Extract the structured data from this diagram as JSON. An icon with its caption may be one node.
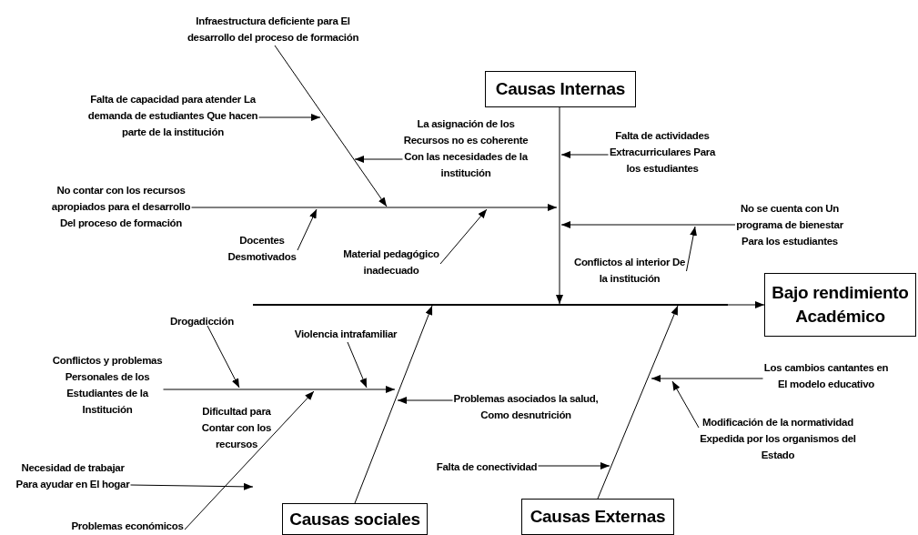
{
  "diagram": {
    "nodes": [
      {
        "text": [
          "Infraestructura deficiente para El desarrollo del proceso de formación"
        ]
      },
      {
        "text": [
          "Causas Internas"
        ]
      },
      {
        "text": [
          "Falta de capacidad para atender La demanda de estudiantes Que hacen parte de la institución"
        ]
      },
      {
        "text": [
          "La asignación de los Recursos no es coherente Con las necesidades de la institución"
        ]
      },
      {
        "text": [
          "Falta de actividades Extracurriculares Para los estudiantes"
        ]
      },
      {
        "text": [
          "No contar con los recursos apropiados para el desarrollo Del proceso de formación"
        ]
      },
      {
        "text": [
          "No se cuenta con Un programa de bienestar Para los estudiantes"
        ]
      },
      {
        "text": [
          "Docentes Desmotivados"
        ]
      },
      {
        "text": [
          "Conflictos al interior De la institución"
        ]
      },
      {
        "text": [
          "Material pedagógico inadecuado"
        ]
      },
      {
        "text": [
          "Bajo rendimiento Académico"
        ]
      },
      {
        "text": [
          "Drogadicción"
        ]
      },
      {
        "text": [
          "Violencia intrafamiliar"
        ]
      },
      {
        "text": [
          "Conflictos y problemas Personales de los Estudiantes de la Institución"
        ]
      },
      {
        "text": [
          "Problemas asociados la salud, Como desnutrición"
        ]
      },
      {
        "text": [
          "Los cambios cantantes en El modelo educativo"
        ]
      },
      {
        "text": [
          "Modificación de la normatividad Expedida por los organismos del Estado"
        ]
      },
      {
        "text": [
          "Necesidad de trabajar Para ayudar en El hogar"
        ]
      },
      {
        "text": [
          "Falta de conectividad"
        ]
      },
      {
        "text": [
          "Problemas económicos"
        ]
      },
      {
        "text": [
          "Causas sociales"
        ]
      },
      {
        "text": [
          "Causas Externas"
        ]
      },
      {
        "text": [],
        "shape": "line"
      }
    ],
    "edges": [
      {
        "from": 22,
        "to": 10,
        "arrow": "to"
      },
      {
        "from": 1,
        "to": 22,
        "arrow": "to"
      },
      {
        "from": 20,
        "to": 22,
        "arrow": "to"
      },
      {
        "from": 21,
        "to": 22,
        "arrow": "to"
      },
      {
        "from": 0,
        "to": null,
        "arrow": "to"
      },
      {
        "from": 2,
        "to": null,
        "arrow": "to"
      },
      {
        "from": 3,
        "to": null,
        "arrow": "to"
      },
      {
        "from": 5,
        "to": null,
        "arrow": "to"
      },
      {
        "from": 7,
        "to": null,
        "arrow": "to"
      },
      {
        "from": 9,
        "to": null,
        "arrow": "to"
      },
      {
        "from": 4,
        "to": null,
        "arrow": "to"
      },
      {
        "from": 6,
        "to": null,
        "arrow": "to"
      },
      {
        "from": 8,
        "to": null,
        "arrow": "to"
      },
      {
        "from": 11,
        "to": null,
        "arrow": "to"
      },
      {
        "from": 12,
        "to": null,
        "arrow": "to"
      },
      {
        "from": 13,
        "to": null,
        "arrow": "to"
      },
      {
        "from": 14,
        "to": null,
        "arrow": "to"
      },
      {
        "from": 19,
        "to": null,
        "arrow": "to"
      },
      {
        "from": 17,
        "to": null,
        "arrow": "to"
      },
      {
        "from": 18,
        "to": null,
        "arrow": "to"
      },
      {
        "from": 15,
        "to": null,
        "arrow": "to"
      },
      {
        "from": 16,
        "to": null,
        "arrow": "to"
      }
    ],
    "labels": [
      "Dificultad para Contar con los recursos"
    ]
  }
}
